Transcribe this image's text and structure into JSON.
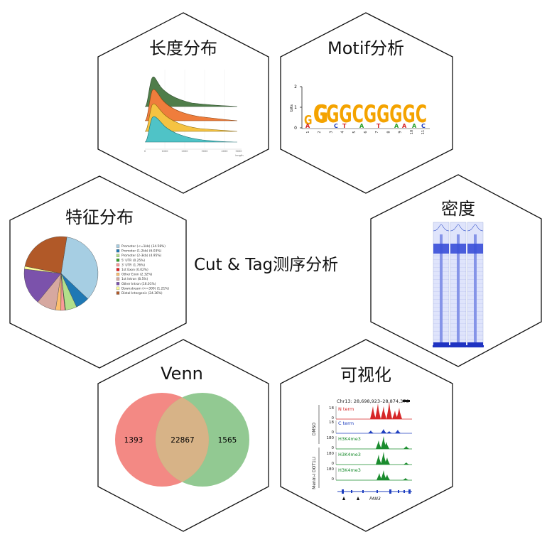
{
  "center": {
    "title": "Cut & Tag测序分析"
  },
  "panels": {
    "length": {
      "title": "长度分布",
      "x_label": "length",
      "ticks": [
        "0",
        "1000",
        "2000",
        "3000",
        "4000",
        "5000"
      ]
    },
    "motif": {
      "title": "Motif分析",
      "y_label": "bits",
      "y_ticks": [
        "0",
        "1",
        "2"
      ],
      "letters": "GGGCGGGGC",
      "positions": [
        "1",
        "2",
        "3",
        "4",
        "5",
        "6",
        "7",
        "8",
        "9",
        "10",
        "11"
      ]
    },
    "feature": {
      "title": "特征分布",
      "legend": [
        {
          "label": "Promoter (<=1kb) (34.58%)",
          "color": "#a6cee3",
          "value": 34.58
        },
        {
          "label": "Promoter (1-2kb) (6.03%)",
          "color": "#1f78b4",
          "value": 6.03
        },
        {
          "label": "Promoter (2-3kb) (4.95%)",
          "color": "#b2df8a",
          "value": 4.95
        },
        {
          "label": "5' UTR (0.25%)",
          "color": "#33a02c",
          "value": 0.25
        },
        {
          "label": "3' UTR (1.76%)",
          "color": "#fb9a99",
          "value": 1.76
        },
        {
          "label": "1st Exon (0.02%)",
          "color": "#e31a1c",
          "value": 0.02
        },
        {
          "label": "Other Exon (2.32%)",
          "color": "#fdbf6f",
          "value": 2.32
        },
        {
          "label": "1st Intron (8.5%)",
          "color": "#d6a8a0",
          "value": 8.5
        },
        {
          "label": "Other Intron (16.01%)",
          "color": "#7b52ab",
          "value": 16.01
        },
        {
          "label": "Downstream (<=300) (1.21%)",
          "color": "#ffff99",
          "value": 1.21
        },
        {
          "label": "Distal Intergenic (24.36%)",
          "color": "#b15928",
          "value": 24.36
        }
      ]
    },
    "density": {
      "title": "密度"
    },
    "venn": {
      "title": "Venn",
      "left": "1393",
      "both": "22867",
      "right": "1565"
    },
    "visual": {
      "title": "可视化",
      "coords": "Chr13: 28,698,923–28,874,376",
      "tracks": [
        {
          "label": "N term",
          "color": "#d62728",
          "max": "18"
        },
        {
          "label": "C term",
          "color": "#1f3fbf",
          "max": "18"
        },
        {
          "label": "H3K4me3",
          "color": "#1a8c2e",
          "max": "180"
        },
        {
          "label": "H3K4me3",
          "color": "#1a8c2e",
          "max": "180"
        },
        {
          "label": "H3K4me3",
          "color": "#1a8c2e",
          "max": "180"
        }
      ],
      "groups": [
        "DMSO",
        "Menin-i DOT1Li"
      ],
      "gene": "PAN3"
    }
  }
}
